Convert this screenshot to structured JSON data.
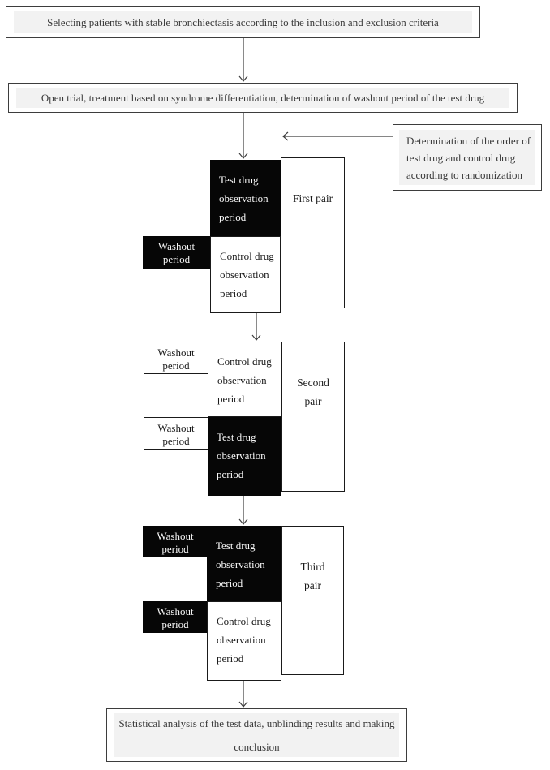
{
  "flow": {
    "select_patients": "Selecting patients with stable bronchiectasis according to the inclusion and exclusion criteria",
    "open_trial": "Open trial, treatment based on syndrome differentiation, determination of washout period of the test drug",
    "randomization_note": "Determination of the order of test drug and control drug according to randomization",
    "statistical_analysis": "Statistical analysis of the test data, unblinding results and making conclusion"
  },
  "pairs": [
    {
      "name": "First pair",
      "boxes": [
        {
          "type": "test-drug",
          "variant": "black",
          "label": "Test drug observation period"
        },
        {
          "type": "washout",
          "variant": "black",
          "label": "Washout period"
        },
        {
          "type": "control-drug",
          "variant": "white",
          "label": "Control drug observation period"
        }
      ]
    },
    {
      "name": "Second pair",
      "boxes": [
        {
          "type": "washout",
          "variant": "white",
          "label": "Washout period"
        },
        {
          "type": "control-drug",
          "variant": "white",
          "label": "Control drug observation period"
        },
        {
          "type": "washout",
          "variant": "white",
          "label": "Washout period"
        },
        {
          "type": "test-drug",
          "variant": "black",
          "label": "Test drug observation period"
        }
      ]
    },
    {
      "name": "Third pair",
      "boxes": [
        {
          "type": "washout",
          "variant": "black",
          "label": "Washout period"
        },
        {
          "type": "test-drug",
          "variant": "black",
          "label": "Test drug observation period"
        },
        {
          "type": "washout",
          "variant": "black",
          "label": "Washout period"
        },
        {
          "type": "control-drug",
          "variant": "white",
          "label": "Control drug observation period"
        }
      ]
    }
  ],
  "colors": {
    "border": "#3d3d3d",
    "inner_fill": "#f2f2f2",
    "black_box": "#060606",
    "line_ink": "#3d3d3d"
  }
}
